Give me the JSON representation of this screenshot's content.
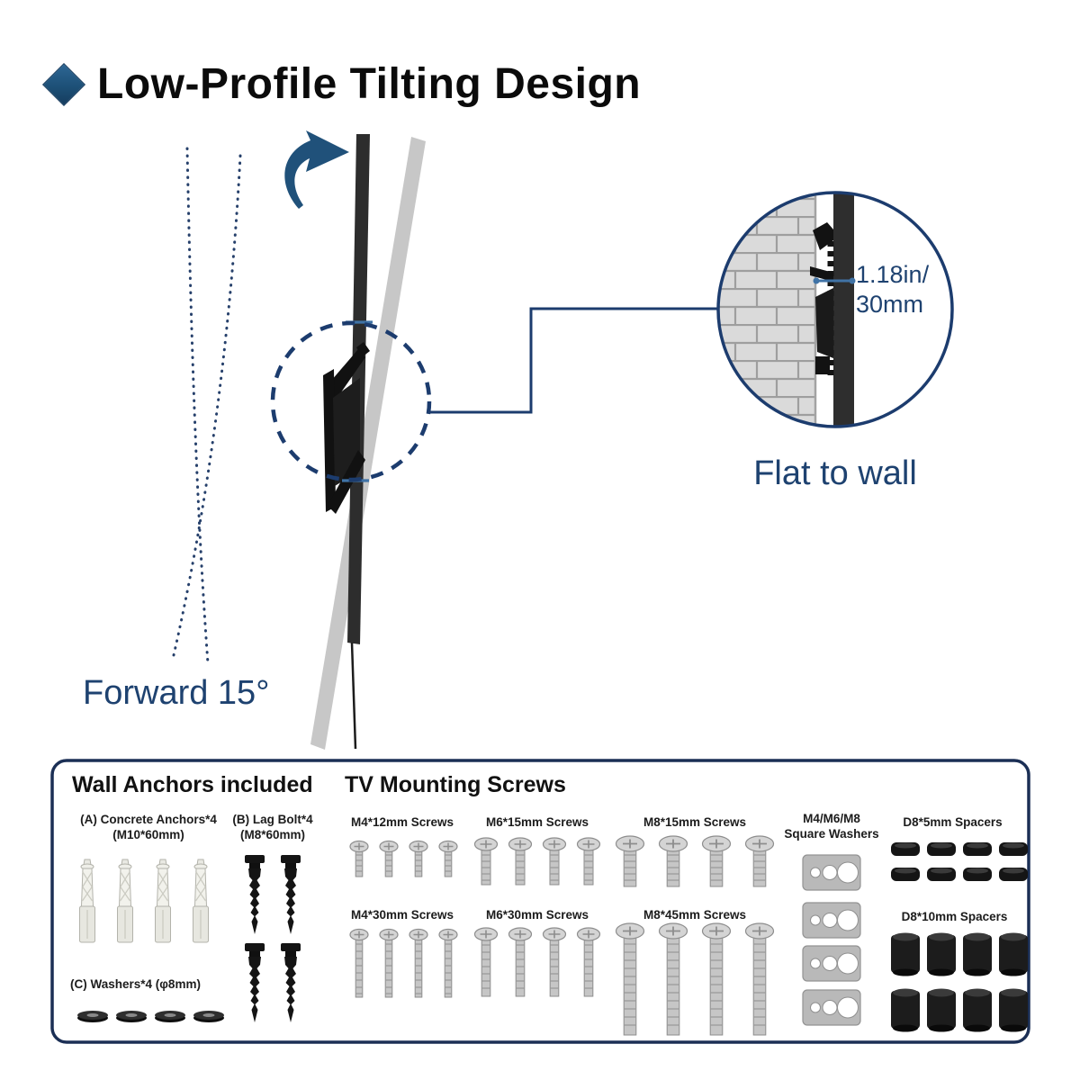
{
  "title": {
    "text": "Low-Profile Tilting Design"
  },
  "diagram": {
    "tilt_label": "Forward 15°",
    "flat_label": "Flat to wall",
    "depth_label": {
      "line1": "1.18in/",
      "line2": "30mm"
    }
  },
  "parts_box": {
    "wall_anchors": {
      "heading": "Wall Anchors included",
      "concrete_anchors": {
        "label": "(A) Concrete Anchors*4",
        "sub": "(M10*60mm)"
      },
      "lag_bolts": {
        "label": "(B) Lag Bolt*4",
        "sub": "(M8*60mm)"
      },
      "washers": {
        "label": "(C) Washers*4 (φ8mm)"
      }
    },
    "tv_screws": {
      "heading": "TV Mounting Screws",
      "groups_row1": [
        "M4*12mm Screws",
        "M6*15mm Screws",
        "M8*15mm Screws"
      ],
      "square_washers": {
        "line1": "M4/M6/M8",
        "line2": "Square Washers"
      },
      "spacers_small": "D8*5mm Spacers",
      "groups_row2": [
        "M4*30mm Screws",
        "M6*30mm Screws",
        "M8*45mm Screws"
      ],
      "spacers_large": "D8*10mm Spacers"
    }
  },
  "colors": {
    "accent_navy": "#1c3c6e",
    "steel_blue": "#4073a6",
    "arrow_blue": "#20517a",
    "title_black": "#0b0b0b"
  }
}
